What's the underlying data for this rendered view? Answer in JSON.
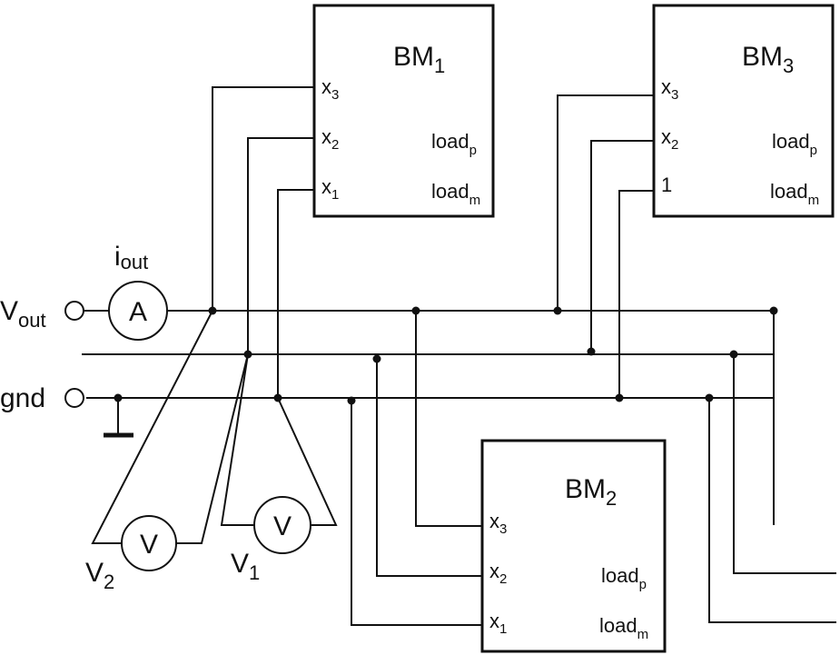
{
  "modules": [
    {
      "base": "BM",
      "sub": "1",
      "inputs": [
        {
          "base": "x",
          "sub": "3"
        },
        {
          "base": "x",
          "sub": "2"
        },
        {
          "base": "x",
          "sub": "1"
        }
      ],
      "outputs": [
        {
          "base": "load",
          "sub": "p"
        },
        {
          "base": "load",
          "sub": "m"
        }
      ]
    },
    {
      "base": "BM",
      "sub": "2",
      "inputs": [
        {
          "base": "x",
          "sub": "3"
        },
        {
          "base": "x",
          "sub": "2"
        },
        {
          "base": "x",
          "sub": "1"
        }
      ],
      "outputs": [
        {
          "base": "load",
          "sub": "p"
        },
        {
          "base": "load",
          "sub": "m"
        }
      ]
    },
    {
      "base": "BM",
      "sub": "3",
      "inputs": [
        {
          "base": "x",
          "sub": "3"
        },
        {
          "base": "x",
          "sub": "2"
        },
        {
          "base": "1",
          "sub": ""
        }
      ],
      "outputs": [
        {
          "base": "load",
          "sub": "p"
        },
        {
          "base": "load",
          "sub": "m"
        }
      ]
    }
  ],
  "terminals": {
    "vout": {
      "base": "V",
      "sub": "out"
    },
    "gnd": {
      "text": "gnd"
    }
  },
  "meters": {
    "ammeter": {
      "symbol": "A",
      "label_base": "i",
      "label_sub": "out"
    },
    "voltmeter2": {
      "symbol": "V",
      "label_base": "V",
      "label_sub": "2"
    },
    "voltmeter1": {
      "symbol": "V",
      "label_base": "V",
      "label_sub": "1"
    }
  }
}
